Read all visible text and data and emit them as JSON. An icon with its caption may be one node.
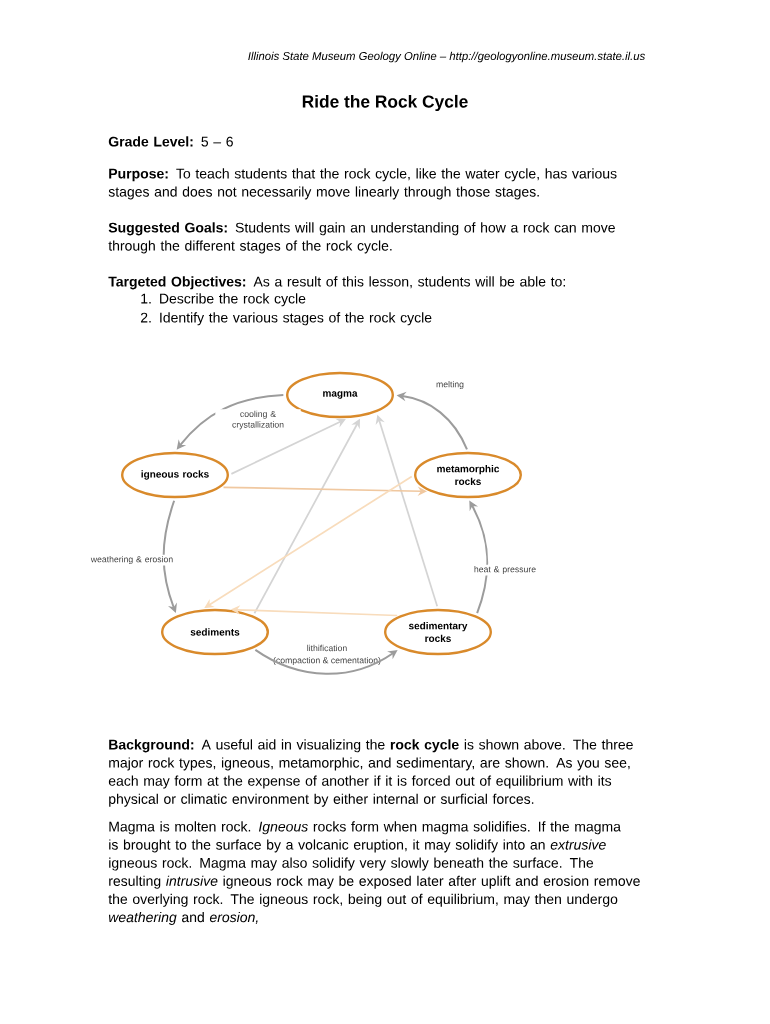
{
  "diagram": {
    "title": "Ride the Rock Cycle",
    "nodes": [
      {
        "text": [
          "magma"
        ]
      },
      {
        "text": [
          "igneous rocks"
        ]
      },
      {
        "text": [
          "metamorphic rocks"
        ]
      },
      {
        "text": [
          "sediments"
        ]
      },
      {
        "text": [
          "sedimentary rocks"
        ]
      }
    ],
    "edges": [
      {
        "from": 0,
        "to": 1,
        "arrow": "to",
        "label": "cooling & crystallization"
      },
      {
        "from": 1,
        "to": 3,
        "arrow": "to",
        "label": "weathering & erosion"
      },
      {
        "from": 3,
        "to": 4,
        "arrow": "to",
        "label": "lithification"
      },
      {
        "from": 4,
        "to": 2,
        "arrow": "to",
        "label": "heat & pressure"
      },
      {
        "from": 2,
        "to": 0,
        "arrow": "to",
        "label": "melting"
      },
      {
        "from": 1,
        "to": 0,
        "arrow": "to",
        "color": "#d4d4d4"
      },
      {
        "from": 3,
        "to": 0,
        "arrow": "to",
        "color": "#d4d4d4"
      },
      {
        "from": 4,
        "to": 0,
        "arrow": "to",
        "color": "#d4d4d4"
      },
      {
        "from": 1,
        "to": 2,
        "arrow": "to",
        "color": "#f0c8a0"
      },
      {
        "from": 2,
        "to": 3,
        "arrow": "to",
        "color": "#f8dcbc"
      },
      {
        "from": 4,
        "to": 3,
        "arrow": "to",
        "color": "#f8dcbc"
      }
    ],
    "labels": [
      "Illinois State Museum Geology Online – http://geologyonline.museum.state.il.us",
      "**Grade Level:**   5 – 6",
      "**Purpose:**   To teach students that the rock cycle, like the water cycle, has various stages and does not necessarily move linearly through those stages.",
      "**Suggested Goals:**   Students will gain an understanding of how a rock can move through the different stages of the rock cycle.",
      "**Targeted Objectives:**   As a result of this lesson, students will be able to:",
      "1. Describe the rock cycle",
      "2. Identify the various stages of the rock cycle",
      "(compaction & cementation)",
      "**Background:**   A useful aid in visualizing the **rock cycle** is shown above. The three major rock types, igneous, metamorphic, and sedimentary, are shown. As you see, each may form at the expense of another if it is forced out of equilibrium with its physical or climatic environment by either internal or surficial forces.",
      "Magma is molten rock. *Igneous* rocks form when magma solidifies. If the magma is brought to the surface by a volcanic eruption, it may solidify into an *extrusive* igneous rock. Magma may also solidify very slowly beneath the surface. The resulting *intrusive* igneous rock may be exposed later after uplift and erosion remove the overlying rock. The igneous rock, being out of equilibrium, may then undergo *weathering* and *erosion,*"
    ]
  }
}
